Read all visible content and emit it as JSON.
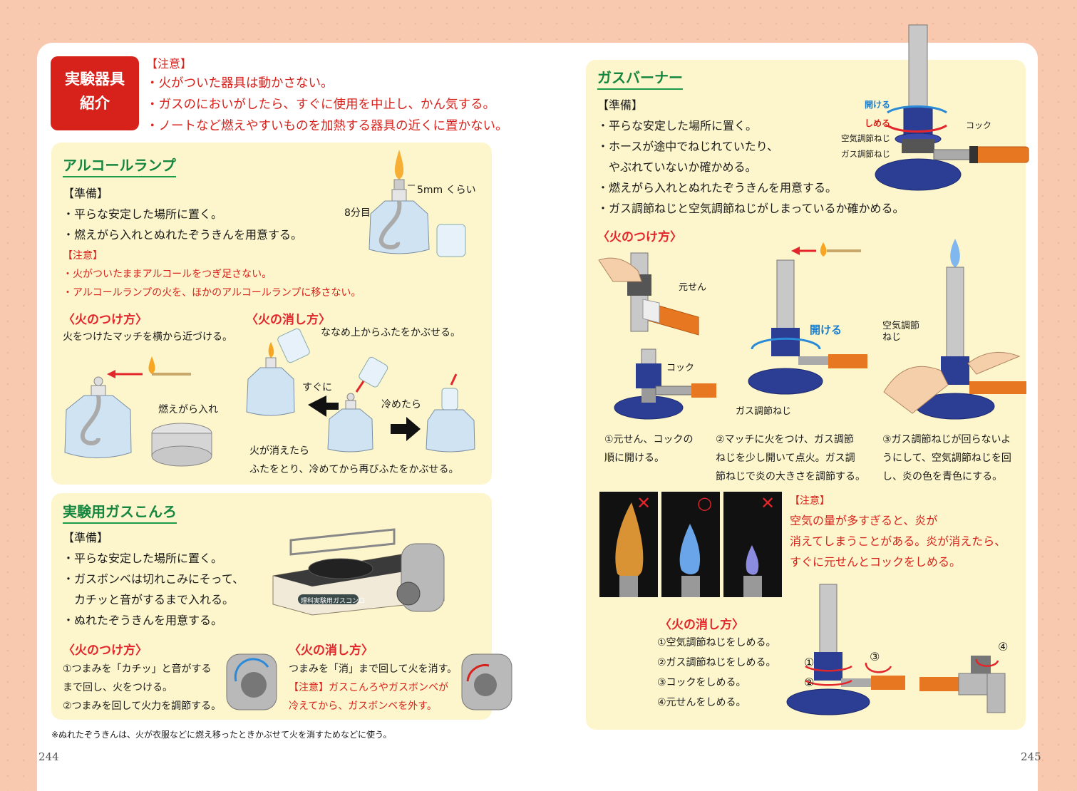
{
  "badge": {
    "line1": "実験器具",
    "line2": "紹介"
  },
  "general_notes": {
    "head": "【注意】",
    "items": [
      "・火がついた器具は動かさない。",
      "・ガスのにおいがしたら、すぐに使用を中止し、かん気する。",
      "・ノートなど燃えやすいものを加熱する器具の近くに置かない。"
    ]
  },
  "alcohol": {
    "title": "アルコールランプ",
    "prep_head": "【準備】",
    "prep": [
      "・平らな安定した場所に置く。",
      "・燃えがら入れとぬれたぞうきんを用意する。"
    ],
    "note_head": "【注意】",
    "notes": [
      "・火がついたままアルコールをつぎ足さない。",
      "・アルコールランプの火を、ほかのアルコールランプに移さない。"
    ],
    "label_5mm": "5mm くらい",
    "label_8bu": "8分目",
    "light": {
      "title": "〈火のつけ方〉",
      "text": "火をつけたマッチを横から近づける。",
      "label": "燃えがら入れ"
    },
    "extinguish": {
      "title": "〈火の消し方〉",
      "step1": "ななめ上からふたをかぶせる。",
      "sugu": "すぐに",
      "cooled": "冷めたら",
      "step2a": "火が消えたら",
      "step2b": "ふたをとり、冷めてから再びふたをかぶせる。"
    }
  },
  "gasstove": {
    "title": "実験用ガスこんろ",
    "prep_head": "【準備】",
    "prep": [
      "・平らな安定した場所に置く。",
      "・ガスボンベは切れこみにそって、",
      "　カチッと音がするまで入れる。",
      "・ぬれたぞうきんを用意する。"
    ],
    "stove_label": "理科実験用ガスコンロ",
    "light": {
      "title": "〈火のつけ方〉",
      "lines": [
        "①つまみを「カチッ」と音がする",
        "まで回し、火をつける。",
        "②つまみを回して火力を調節する。"
      ]
    },
    "extinguish": {
      "title": "〈火の消し方〉",
      "line1": "つまみを「消」まで回して火を消す。",
      "note_lines": [
        "【注意】ガスこんろやガスボンベが",
        "冷えてから、ガスボンベを外す。"
      ]
    }
  },
  "footnote": "※ぬれたぞうきんは、火が衣服などに燃え移ったときかぶせて火を消すためなどに使う。",
  "burner": {
    "title": "ガスバーナー",
    "prep_head": "【準備】",
    "prep": [
      "・平らな安定した場所に置く。",
      "・ホースが途中でねじれていたり、",
      "　やぶれていないか確かめる。",
      "・燃えがら入れとぬれたぞうきんを用意する。",
      "・ガス調節ねじと空気調節ねじがしまっているか確かめる。"
    ],
    "diagram": {
      "open": "開ける",
      "close": "しめる",
      "cock": "コック",
      "air_screw": "空気調節ねじ",
      "gas_screw": "ガス調節ねじ"
    },
    "light": {
      "title": "〈火のつけ方〉",
      "motosen": "元せん",
      "cock": "コック",
      "open": "開ける",
      "gas_screw": "ガス調節ねじ",
      "air_screw_a": "空気調節",
      "air_screw_b": "ねじ",
      "step1": [
        "①元せん、コックの",
        "順に開ける。"
      ],
      "step2": [
        "②マッチに火をつけ、ガス調節",
        "ねじを少し開いて点火。ガス調",
        "節ねじで炎の大きさを調節する。"
      ],
      "step3": [
        "③ガス調節ねじが回らないよ",
        "うにして、空気調節ねじを回",
        "し、炎の色を青色にする。"
      ]
    },
    "flames": {
      "marks": [
        "✕",
        "○",
        "✕"
      ]
    },
    "note": {
      "head": "【注意】",
      "lines": [
        "空気の量が多すぎると、炎が",
        "消えてしまうことがある。炎が消えたら、",
        "すぐに元せんとコックをしめる。"
      ]
    },
    "extinguish": {
      "title": "〈火の消し方〉",
      "steps": [
        "①空気調節ねじをしめる。",
        "②ガス調節ねじをしめる。",
        "③コックをしめる。",
        "④元せんをしめる。"
      ],
      "n1": "①",
      "n2": "②",
      "n3": "③",
      "n4": "④"
    }
  },
  "page_numbers": {
    "left": "244",
    "right": "245"
  },
  "colors": {
    "title_green": "#15863f",
    "accent_red": "#d7221c",
    "panel": "#fdf6cc",
    "burner_blue": "#2c3d94",
    "hose_orange": "#e87722",
    "page_bg": "#f8c9ae"
  }
}
